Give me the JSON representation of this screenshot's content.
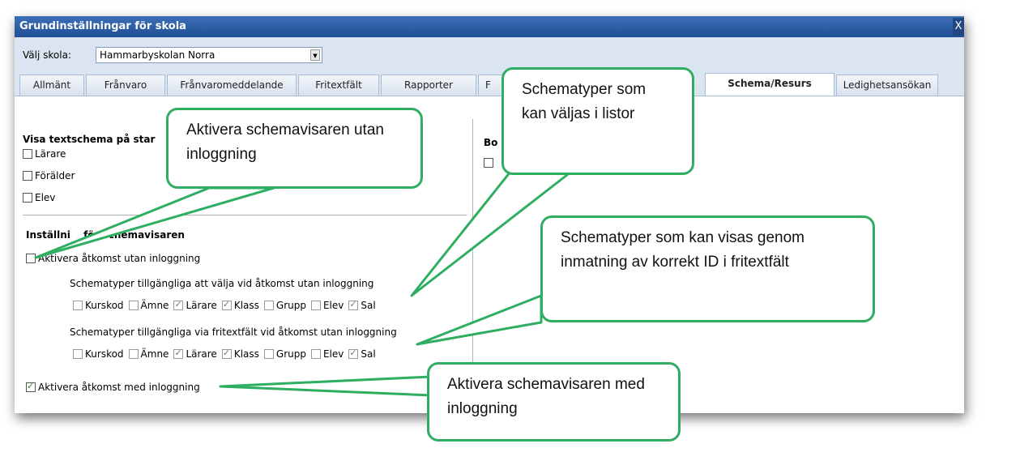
{
  "window": {
    "title": "Grundinställningar för skola",
    "close_label": "X"
  },
  "school": {
    "label": "Välj skola:",
    "value": "Hammarbyskolan Norra"
  },
  "tabs": [
    "Allmänt",
    "Frånvaro",
    "Frånvaromeddelande",
    "Fritextfält",
    "Rapporter",
    "F",
    "Schema/Resurs",
    "Ledighetsansökan"
  ],
  "active_tab": "Schema/Resurs",
  "left": {
    "text_schedule_heading": "Visa textschema på star",
    "text_schedule_options": [
      {
        "label": "Lärare",
        "checked": false
      },
      {
        "label": "Förälder",
        "checked": false
      },
      {
        "label": "Elev",
        "checked": false
      }
    ],
    "viewer_heading": "Inställni",
    "viewer_heading_tail": "för schemavisaren",
    "anon_access": {
      "label": "Aktivera åtkomst utan inloggning",
      "checked": false
    },
    "list_types_label": "Schematyper tillgängliga att välja vid åtkomst utan inloggning",
    "list_types": [
      {
        "label": "Kurskod",
        "checked": false
      },
      {
        "label": "Ämne",
        "checked": false
      },
      {
        "label": "Lärare",
        "checked": true
      },
      {
        "label": "Klass",
        "checked": true
      },
      {
        "label": "Grupp",
        "checked": false
      },
      {
        "label": "Elev",
        "checked": false
      },
      {
        "label": "Sal",
        "checked": true
      }
    ],
    "freetext_types_label": "Schematyper tillgängliga via fritextfält vid åtkomst utan inloggning",
    "freetext_types": [
      {
        "label": "Kurskod",
        "checked": false
      },
      {
        "label": "Ämne",
        "checked": false
      },
      {
        "label": "Lärare",
        "checked": true
      },
      {
        "label": "Klass",
        "checked": true
      },
      {
        "label": "Grupp",
        "checked": false
      },
      {
        "label": "Elev",
        "checked": false
      },
      {
        "label": "Sal",
        "checked": true
      }
    ],
    "login_access": {
      "label": "Aktivera åtkomst med inloggning",
      "checked": true
    }
  },
  "right": {
    "heading": "Bo"
  },
  "callouts": {
    "anon": "Aktivera schemavisaren utan inloggning",
    "list": "Schematyper som kan väljas i listor",
    "freetext": "Schematyper som kan visas genom inmatning av korrekt ID i fritextfält",
    "login": "Aktivera schemavisaren med inloggning"
  },
  "colors": {
    "callout_border": "#2fae62",
    "titlebar": "#2a5ca6",
    "window_bg": "#dbe5f1"
  }
}
